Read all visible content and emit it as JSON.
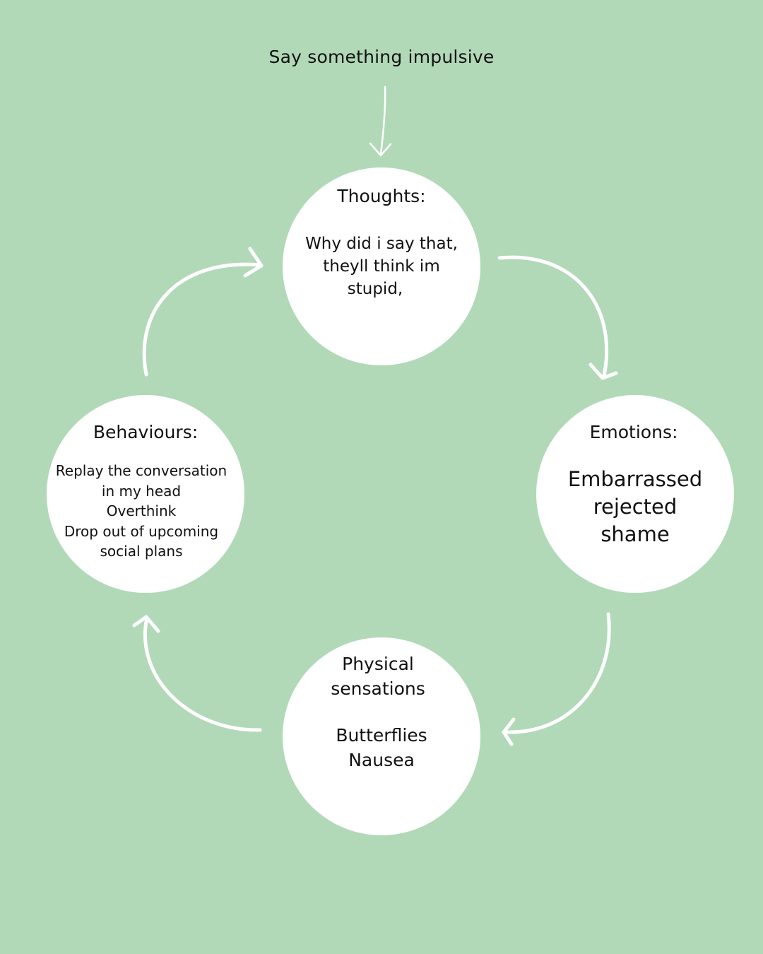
{
  "trigger": "Say something impulsive",
  "nodes": {
    "thoughts": {
      "title": "Thoughts:",
      "lines": [
        "Why did i say that,",
        "theyll think im",
        "stupid,"
      ]
    },
    "emotions": {
      "title": "Emotions:",
      "lines": [
        "Embarrassed",
        "rejected",
        "shame"
      ]
    },
    "physical": {
      "title_lines": [
        "Physical",
        "sensations"
      ],
      "lines": [
        "Butterflies",
        "Nausea"
      ]
    },
    "behaviours": {
      "title": "Behaviours:",
      "lines": [
        "Replay the conversation",
        "in my head",
        "Overthink",
        "Drop out of upcoming",
        "social plans"
      ]
    }
  },
  "colors": {
    "background": "#b1d9b8",
    "node_fill": "#ffffff",
    "arrow": "#ffffff",
    "text": "#111111"
  }
}
